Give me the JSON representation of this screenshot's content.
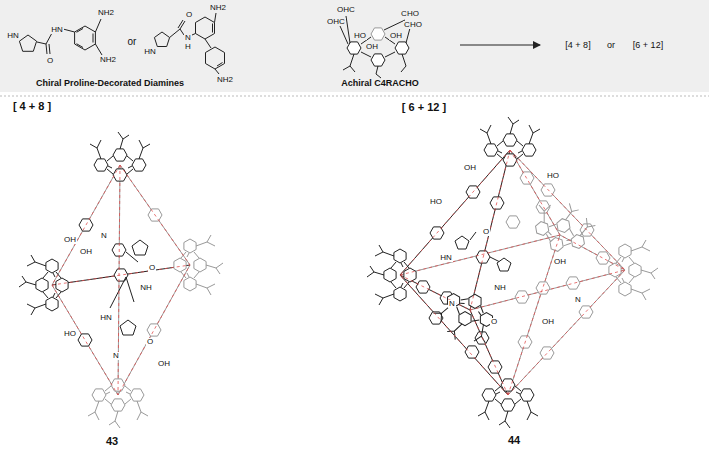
{
  "diagram": {
    "labels": [
      "NH2",
      "HN",
      "HN",
      "O",
      "NH2",
      "or",
      "NH2",
      "O",
      "HN",
      "N",
      "H",
      "NH2",
      "OHC",
      "OHC",
      "HO",
      "OH",
      "OH",
      "CHO",
      "CHO",
      "Chiral Proline-Decorated Diamines",
      "Achiral C4RACHO",
      "[4 + 8]",
      "or",
      "[6 + 12]",
      "[ 4 + 8 ]",
      "[ 6 + 12 ]",
      "43",
      "44",
      "OH",
      "OH",
      "N",
      "O",
      "NH",
      "HN",
      "O",
      "N",
      "OH",
      "HO",
      "OH",
      "HO",
      "O",
      "HN",
      "NH",
      "N",
      "N",
      "OH",
      "OH",
      "HO",
      "O"
    ]
  }
}
